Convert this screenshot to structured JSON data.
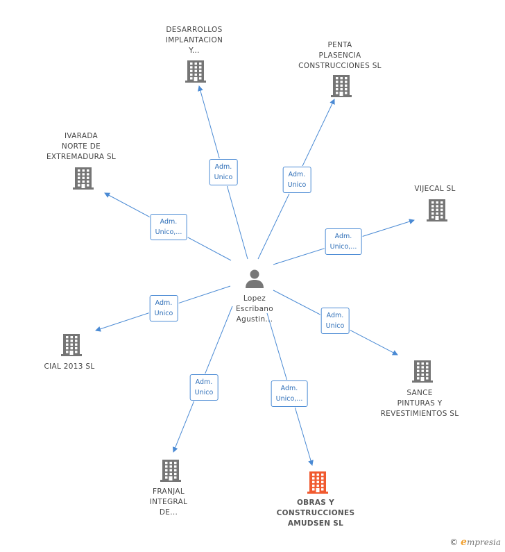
{
  "center": {
    "name_lines": [
      "Lopez",
      "Escribano",
      "Agustin..."
    ],
    "icon": "person-icon"
  },
  "companies": [
    {
      "id": "desarrollos",
      "lines": [
        "DESARROLLOS",
        "IMPLANTACION",
        "Y..."
      ],
      "relation": [
        "Adm.",
        "Unico"
      ],
      "highlight": false
    },
    {
      "id": "penta",
      "lines": [
        "PENTA",
        "PLASENCIA",
        "CONSTRUCCIONES SL"
      ],
      "relation": [
        "Adm.",
        "Unico"
      ],
      "highlight": false
    },
    {
      "id": "ivarada",
      "lines": [
        "IVARADA",
        "NORTE DE",
        "EXTREMADURA SL"
      ],
      "relation": [
        "Adm.",
        "Unico,..."
      ],
      "highlight": false
    },
    {
      "id": "vijecal",
      "lines": [
        "VIJECAL SL"
      ],
      "relation": [
        "Adm.",
        "Unico,..."
      ],
      "highlight": false
    },
    {
      "id": "cial2013",
      "lines": [
        "CIAL 2013  SL"
      ],
      "relation": [
        "Adm.",
        "Unico"
      ],
      "highlight": false
    },
    {
      "id": "sance",
      "lines": [
        "SANCE",
        "PINTURAS Y",
        "REVESTIMIENTOS SL"
      ],
      "relation": [
        "Adm.",
        "Unico"
      ],
      "highlight": false
    },
    {
      "id": "franjal",
      "lines": [
        "FRANJAL",
        "INTEGRAL",
        "DE..."
      ],
      "relation": [
        "Adm.",
        "Unico"
      ],
      "highlight": false
    },
    {
      "id": "obras",
      "lines": [
        "OBRAS Y",
        "CONSTRUCCIONES",
        "AMUDSEN  SL"
      ],
      "relation": [
        "Adm.",
        "Unico,..."
      ],
      "highlight": true
    }
  ],
  "colors": {
    "edge": "#4a8ad4",
    "building": "#757575",
    "building_highlight": "#f05a30",
    "person": "#777777"
  },
  "watermark": {
    "copyright": "©",
    "brand_initial": "e",
    "brand_rest": "mpresia"
  }
}
